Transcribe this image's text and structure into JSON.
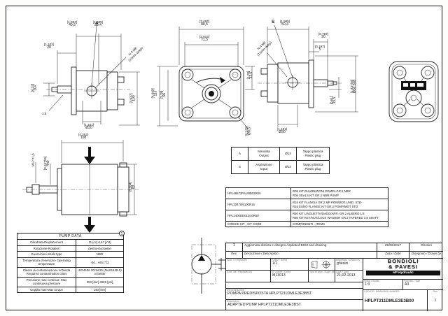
{
  "views": {
    "v1": {
      "dA": {
        "in": "[1,594]",
        "mm": "40,5"
      },
      "dB": {
        "in": "[1,985]",
        "mm": "50,4"
      },
      "dC": {
        "in": "[1,102]",
        "mm": "28"
      },
      "dD": {
        "in": "[0,37]",
        "mm": "9,4"
      },
      "dE": {
        "in": "[3,937]",
        "mm": "100"
      },
      "dF": {
        "in": "[1,181]",
        "mm": "Ø30"
      },
      "port_label": "A",
      "taper": "1:8",
      "note1": "N.4 M8",
      "note2": "(13mm deep)"
    },
    "v2": {
      "dA": {
        "in": "[3,484]",
        "mm": "88,5"
      },
      "dB": {
        "in": "[2,815]",
        "mm": "71,5"
      },
      "dC": {
        "in": "[4,449]",
        "mm": "113"
      },
      "dD": {
        "in": "[1,28]",
        "mm": "32,5"
      },
      "dE": {
        "in": "[3,78]",
        "mm": "96"
      },
      "dF": {
        "in": "[0,335]",
        "mm": "Ø8,5"
      }
    },
    "v3": {
      "port_label": "S",
      "dA": {
        "in": "[1,985]",
        "mm": "50,4"
      },
      "dB": {
        "in": "[0,787]",
        "mm": "20"
      },
      "dC": {
        "in": "[0,197]",
        "mm": "5"
      },
      "dD": {
        "in": "[0,61]",
        "mm": "15,5"
      },
      "dE": {
        "in": "[1,437h8]",
        "mm": "Ø36,5h8"
      },
      "dF": {
        "in": "[1,181]",
        "mm": "Ø30"
      },
      "note1": "N.4 M8",
      "note2": "(13mm deep)"
    },
    "v5": {
      "dA": {
        "in": "[4,252]",
        "mm": "108"
      },
      "thread": "M12 x1,5",
      "dB": {
        "in": "[0,157h9]",
        "mm": "4h9"
      },
      "dC": {
        "in": "[3,504]",
        "mm": "89"
      }
    }
  },
  "note_marker": "1",
  "ports_table": {
    "rows": [
      {
        "key": "A",
        "name_it": "Mandata",
        "name_en": "Output",
        "size": "Ø13",
        "plug_it": "Tappo plastica",
        "plug_en": "Plastic plug"
      },
      {
        "key": "S",
        "name_it": "Aspirazione",
        "name_en": "Input",
        "size": "Ø13",
        "plug_it": "Tappo plastica",
        "plug_en": "Plastic plug"
      }
    ]
  },
  "kits_table": {
    "rows": [
      {
        "code": "HPL48673PAUNB03R05",
        "it": "R05 KIT GUARNIZIONI POMPA GR.2 NBR",
        "en": "R05 SEALS KIT GR.2 NBR PUMP"
      },
      {
        "code": "HPL20470M100R15",
        "it": "R15 KIT FLANGIA GR.2 MP POM/MOT UNID. STD-",
        "en": "R15 EURO FLANGE KIT GR.2 POMP/MOT STD."
      },
      {
        "code": "HPL1400DD01D10R50",
        "it": "R50 KIT LINGUETTA/DADO/ARR. GR.2 ALBERO 1:8",
        "en": "R50 KIT KEY/NUT/LOCK WASHER GR.2 TAPERED 1:8 SHAFT"
      }
    ],
    "footer_left": "CODICE KIT - KIT CODE",
    "footer_right": "COMPONENTI - ITEMS"
  },
  "pump_table": {
    "title": "PUMP DATA",
    "rows": [
      {
        "label": "Cilindrata-Displacement",
        "value": "11 [cc] 0,67 [in3]"
      },
      {
        "label": "Rotazione-Rotation",
        "value": "destra-clockwise"
      },
      {
        "label": "Guarnizioni-Seals type",
        "value": "NBR"
      },
      {
        "label": "Temperatura d'esercizio- Operating temperature",
        "value": "-20...+65 [°C]"
      },
      {
        "label": "Classe di contaminazione richiesta Required contamination class",
        "value": "ISO4406 20/18/15 (NAS1638-9) or better"
      },
      {
        "label": "Pressione max continua- Max continuous pressure",
        "value": "250 [bar] 3626 [psi]"
      },
      {
        "label": "Coppia max-Max torque",
        "value": "140 [Nm]"
      }
    ]
  },
  "title_block": {
    "history": {
      "rev": "1",
      "desc": "Aggiornata distinta e disegno./Updated BOM and drawing.",
      "date": "29/06/2017",
      "by": "Ghesini"
    },
    "headers": {
      "rev": "Rev.",
      "desc": "Descrizione / Description",
      "date": "Data / Date",
      "by": "Disegnato / Drawn by"
    },
    "labels": {
      "replaces": "Sost. il / Replaces",
      "sheet": "Foglio / Sheet",
      "drawn": "Disegnato / Drawn by",
      "order": "N° ordine / Order",
      "type": "Tipo di appr. / Appr. type",
      "date": "Data / Date",
      "replaced": "Sost. da / Replaced by",
      "scale": "Scala / Scale",
      "format": "Formato / Size",
      "code": "CODICE / DRAWING NUMBER",
      "rev": "Rev.",
      "title_it": "Denominazione",
      "title_en": "Description"
    },
    "fields": {
      "sheet": "1/1",
      "drawn_by": "ghesini",
      "order": "M13013",
      "date": "21-02-2013",
      "scale": "1:3",
      "format": "A3",
      "code": "HPLPT211DMLE3E3B00",
      "code_rev": "1"
    },
    "titles": {
      "it": "POMPA PREDISPOSTA HPLPT211DMLE3E3BST",
      "en": "ADAPTED PUMP HPLPT211DMLE3E3BST"
    },
    "logo": {
      "line1": "BONDIOLI",
      "line2": "& PAVESI",
      "bar": "HP Hydraulic"
    }
  },
  "colors": {
    "line": "#222222",
    "paper": "#ffffff",
    "logo_bar": "#111111"
  }
}
